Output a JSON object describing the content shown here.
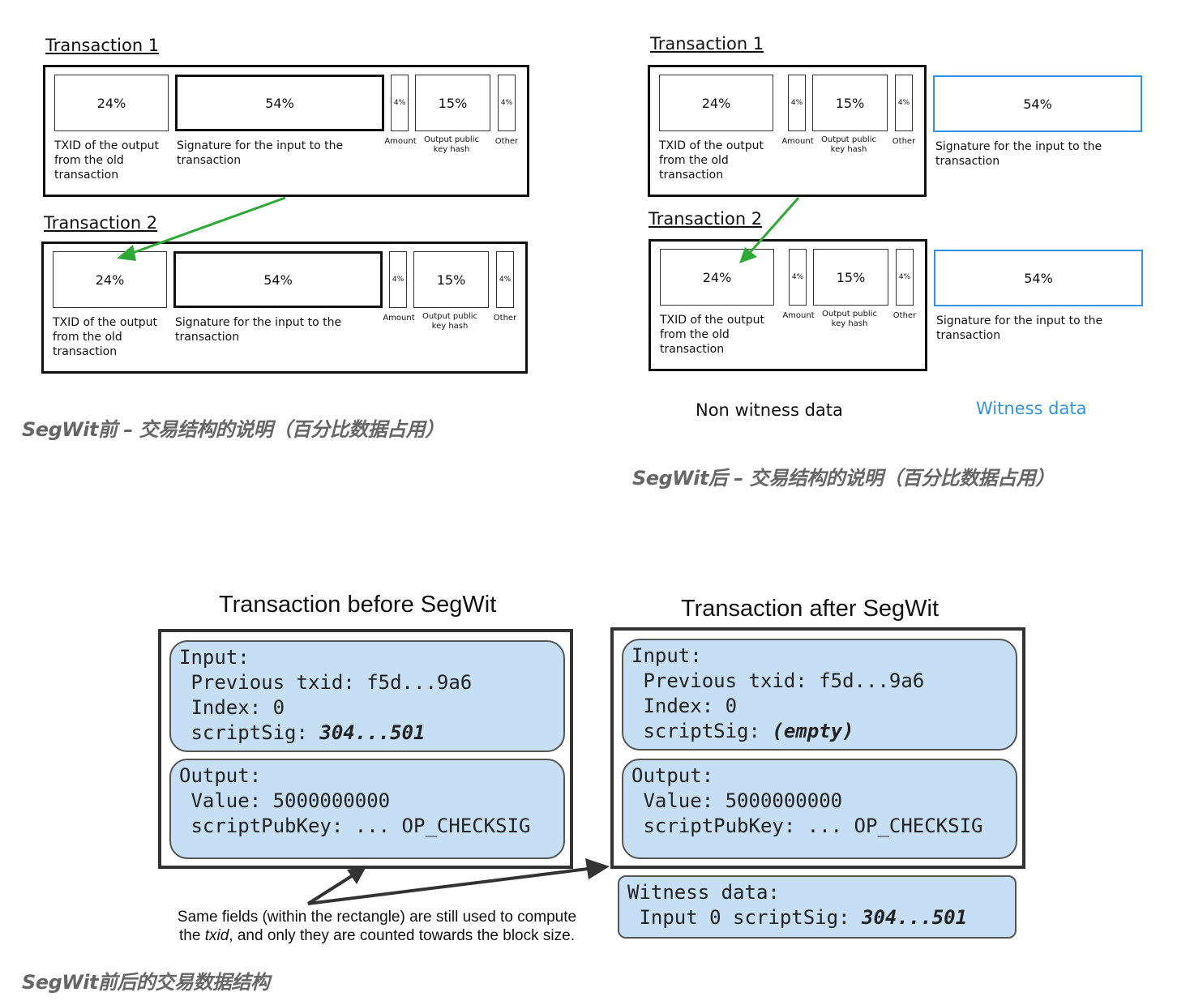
{
  "left_diagram": {
    "tx1_title": "Transaction 1",
    "tx2_title": "Transaction 2",
    "cells": {
      "txid_pct": "24%",
      "sig_pct": "54%",
      "amount_pct": "4%",
      "pubkey_pct": "15%",
      "other_pct": "4%"
    },
    "labels": {
      "txid": "TXID of the output from the old transaction",
      "sig": "Signature for the input to the transaction",
      "amount": "Amount",
      "pubkey": "Output public key hash",
      "other": "Other"
    },
    "caption": "SegWit前 – 交易结构的说明（百分比数据占用）"
  },
  "right_diagram": {
    "tx1_title": "Transaction 1",
    "tx2_title": "Transaction 2",
    "cells": {
      "txid_pct": "24%",
      "sig_pct": "54%",
      "amount_pct": "4%",
      "pubkey_pct": "15%",
      "other_pct": "4%"
    },
    "labels": {
      "txid": "TXID of the output from the old transaction",
      "sig": "Signature for the input to the transaction",
      "amount": "Amount",
      "pubkey": "Output public key hash",
      "other": "Other"
    },
    "legend_non_witness": "Non witness data",
    "legend_witness": "Witness data",
    "caption": "SegWit后 – 交易结构的说明（百分比数据占用）"
  },
  "bottom_diagram": {
    "before_title": "Transaction before SegWit",
    "after_title": "Transaction after SegWit",
    "input_label": "Input:",
    "prev_txid": "Previous txid: f5d...9a6",
    "index": "Index: 0",
    "scriptsig_label": "scriptSig: ",
    "scriptsig_before": "304...501",
    "scriptsig_after": "(empty)",
    "output_label": "Output:",
    "value": "Value: 5000000000",
    "scriptpubkey": "scriptPubKey: ... OP_CHECKSIG",
    "witness_label": "Witness data:",
    "witness_input_label": "Input 0 scriptSig: ",
    "witness_input_value": "304...501",
    "note_line1": "Same fields (within the rectangle) are still used to compute",
    "note_line2_pre": "the ",
    "note_line2_em": "txid",
    "note_line2_post": ", and only they are counted towards the block size.",
    "caption": "SegWit前后的交易数据结构"
  },
  "colors": {
    "arrow_green": "#2ea836",
    "witness_blue": "#2f93e0",
    "box_blue": "#c7dff5"
  }
}
